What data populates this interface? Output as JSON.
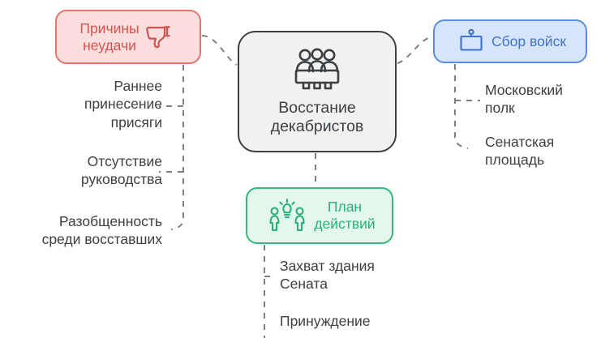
{
  "diagram": {
    "title_node": {
      "label": "Восстание\nдекабристов",
      "icon": "group-of-people-icon",
      "fill": "#f1f1f1",
      "stroke": "#3c4043"
    },
    "branches": [
      {
        "id": "causes",
        "label": "Причины\nнеудачи",
        "icon": "thumbs-down-icon",
        "accent": "#d2544c",
        "fill": "#fcdede",
        "stroke": "#e2756f",
        "position": "left",
        "leaves": [
          "Раннее\nпринесение\nприсяги",
          "Отсутствие\nруководства",
          "Разобщенность\nсреди восставших"
        ]
      },
      {
        "id": "troops",
        "label": "Сбор войск",
        "icon": "banner-board-icon",
        "accent": "#3f73cc",
        "fill": "#d6e5fb",
        "stroke": "#5b8fdd",
        "position": "right",
        "leaves": [
          "Московский\nполк",
          "Сенатская\nплощадь"
        ]
      },
      {
        "id": "plan",
        "label": "План\nдействий",
        "icon": "people-idea-icon",
        "accent": "#2ab177",
        "fill": "#e3f7ec",
        "stroke": "#34b97d",
        "position": "bottom",
        "leaves": [
          "Захват здания\nСената",
          "Принуждение"
        ]
      }
    ],
    "connector_color": "#7f7f7f",
    "background": "#ffffff"
  }
}
